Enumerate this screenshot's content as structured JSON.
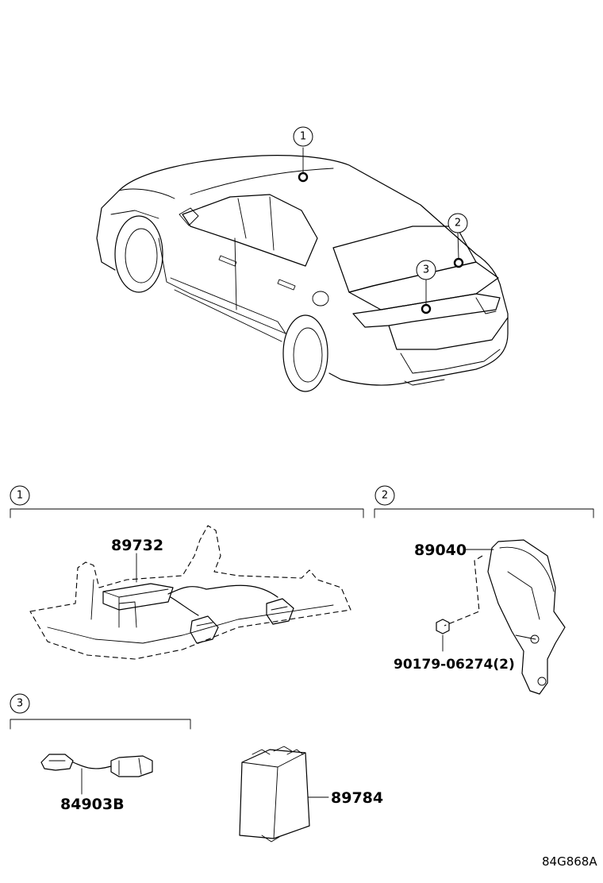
{
  "callouts": {
    "c1": "1",
    "c2": "2",
    "c3": "3"
  },
  "sections": {
    "s1": "1",
    "s2": "2",
    "s3": "3"
  },
  "parts": {
    "p89732": "89732",
    "p89040": "89040",
    "p90179": "90179-06274(2)",
    "p84903b": "84903B",
    "p89784": "89784"
  },
  "diagram_code": "84G868A"
}
